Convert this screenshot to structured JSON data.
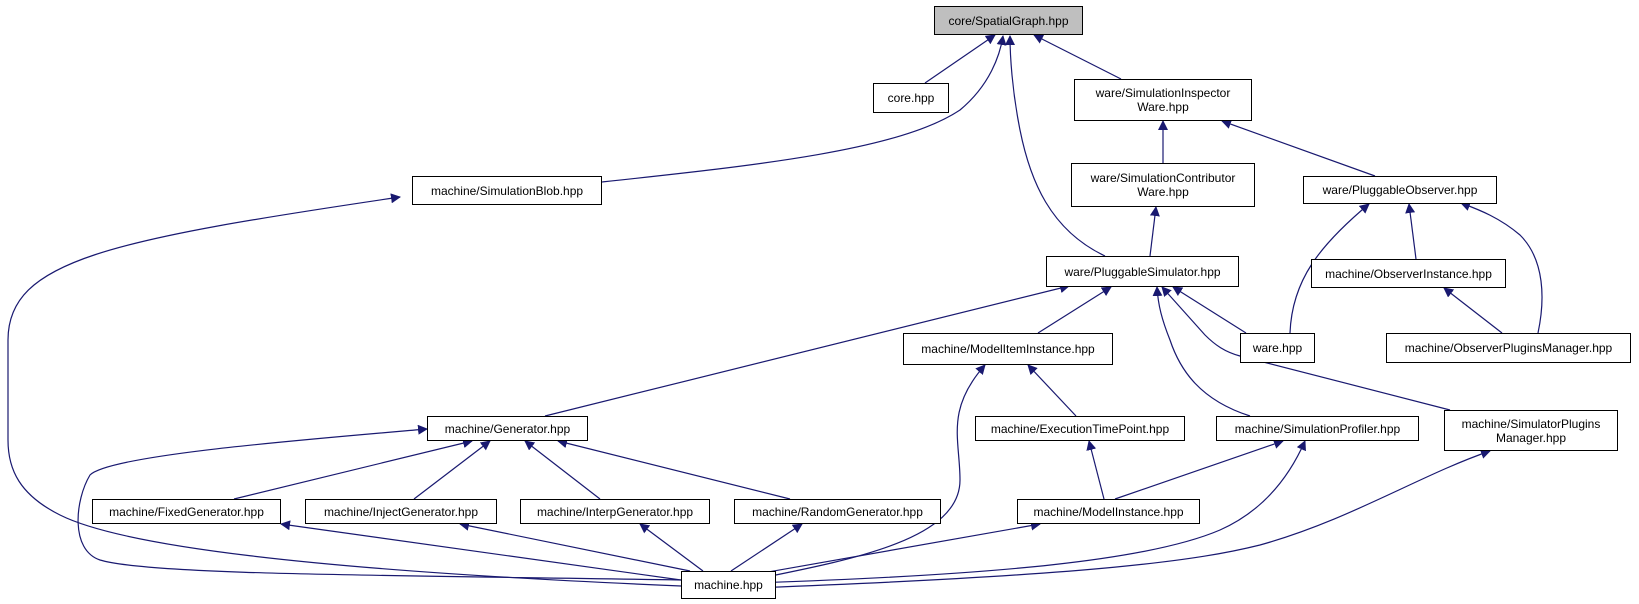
{
  "colors": {
    "edge": "#191970",
    "node_border": "#000000",
    "node_fill": "#ffffff",
    "root_fill": "#bfbfbf"
  },
  "nodes": {
    "spatialgraph": "core/SpatialGraph.hpp",
    "core": "core.hpp",
    "inspector": "ware/SimulationInspector\nWare.hpp",
    "blob": "machine/SimulationBlob.hpp",
    "contributor": "ware/SimulationContributor\nWare.hpp",
    "pluggableobserver": "ware/PluggableObserver.hpp",
    "pluggablesim": "ware/PluggableSimulator.hpp",
    "observerinstance": "machine/ObserverInstance.hpp",
    "modeliteminstance": "machine/ModelItemInstance.hpp",
    "ware": "ware.hpp",
    "observerplugins": "machine/ObserverPluginsManager.hpp",
    "generator": "machine/Generator.hpp",
    "executiontimepoint": "machine/ExecutionTimePoint.hpp",
    "simprofiler": "machine/SimulationProfiler.hpp",
    "simplugins": "machine/SimulatorPlugins\nManager.hpp",
    "fixedgen": "machine/FixedGenerator.hpp",
    "injectgen": "machine/InjectGenerator.hpp",
    "interpgen": "machine/InterpGenerator.hpp",
    "randomgen": "machine/RandomGenerator.hpp",
    "modelinstance": "machine/ModelInstance.hpp",
    "machine": "machine.hpp"
  }
}
